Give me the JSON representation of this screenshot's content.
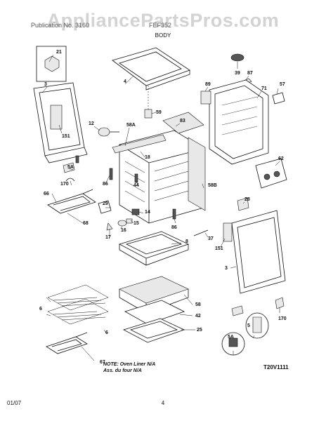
{
  "watermark": "AppliancePartsPros.com",
  "header": {
    "model_label": "Publication No. 3160",
    "model_right": "FEF352",
    "section": "BODY"
  },
  "note": {
    "line1": "NOTE: Oven Liner N/A",
    "line2": "Ass. du four N/A"
  },
  "figure_code": "T20V1111",
  "footer": {
    "date": "01/07",
    "page": "4"
  },
  "parts": [
    "21",
    "3",
    "151",
    "4",
    "39",
    "87",
    "57",
    "89",
    "71",
    "59",
    "12",
    "58A",
    "83",
    "18",
    "5A",
    "170",
    "86",
    "44",
    "66",
    "29",
    "14",
    "15",
    "68",
    "16",
    "17",
    "86",
    "62",
    "28",
    "58B",
    "37",
    "151",
    "8",
    "3",
    "6",
    "58",
    "42",
    "6",
    "25",
    "67",
    "5A",
    "5",
    "170"
  ]
}
